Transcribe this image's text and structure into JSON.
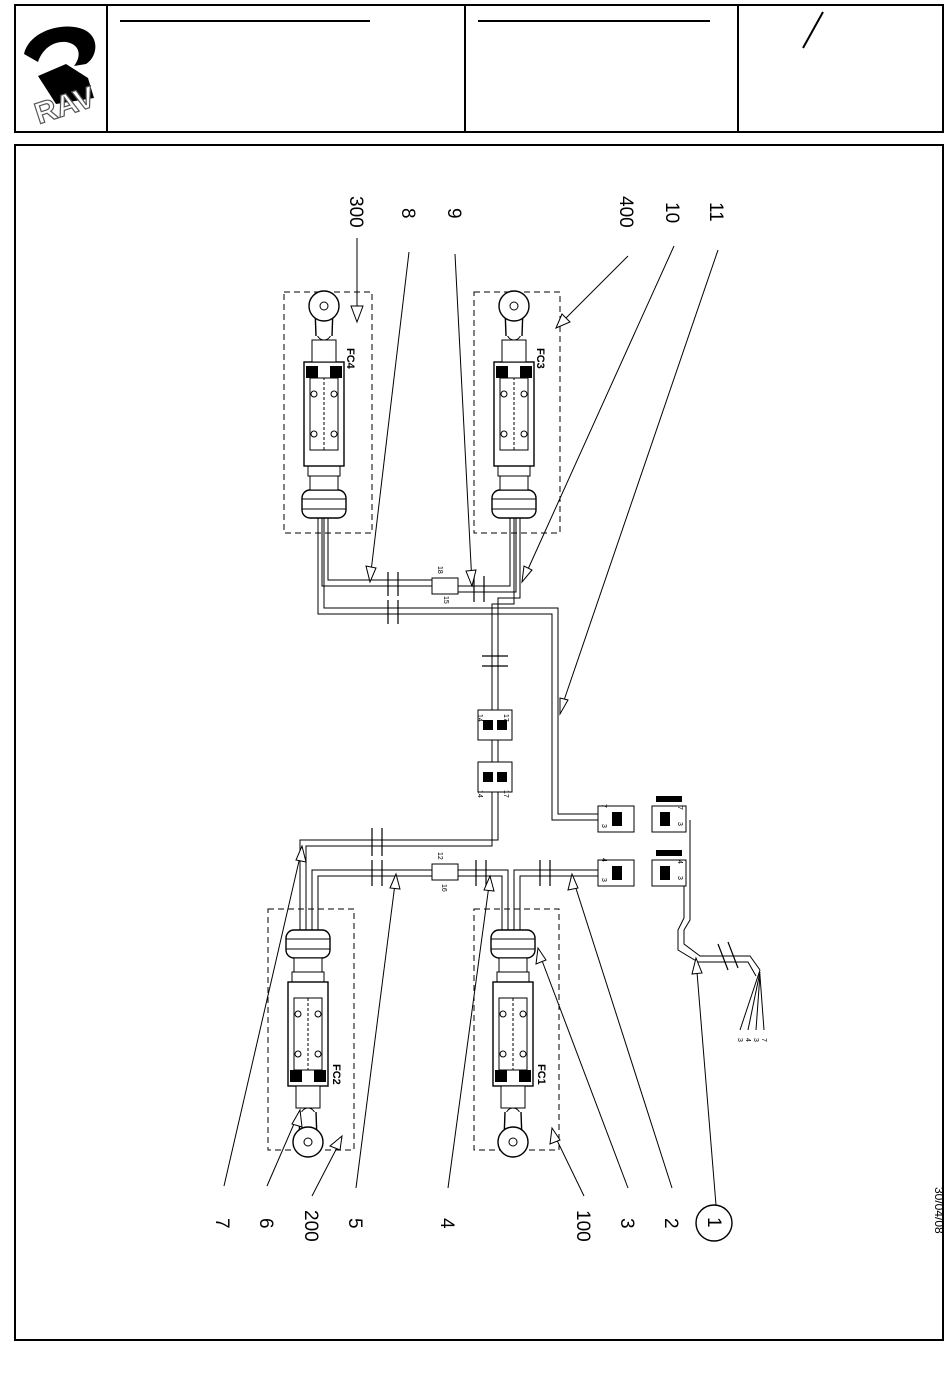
{
  "header": {
    "logo_text": "RAV"
  },
  "footer": {
    "date": "30/04/08"
  },
  "callouts": {
    "l300": "300",
    "l8": "8",
    "l9": "9",
    "l400": "400",
    "l10": "10",
    "l11": "11",
    "l7": "7",
    "l6": "6",
    "l200": "200",
    "l5": "5",
    "l4": "4",
    "l100": "100",
    "l3": "3",
    "l2": "2",
    "l1": "1"
  },
  "switches": {
    "fc1": "FC1",
    "fc2": "FC2",
    "fc3": "FC3",
    "fc4": "FC4"
  },
  "terminals": {
    "t14": "14",
    "t17": "17",
    "t14b": "14",
    "t17b": "17",
    "t18": "18",
    "t15": "15",
    "t12": "12",
    "t16": "16",
    "c7": "7",
    "c3": "3",
    "c4": "4",
    "c3b": "3",
    "cr7": "7",
    "cr3": "3",
    "cr4": "4",
    "cr3b": "3"
  },
  "cable_end": {
    "wires": [
      "3",
      "4",
      "3",
      "7"
    ]
  }
}
